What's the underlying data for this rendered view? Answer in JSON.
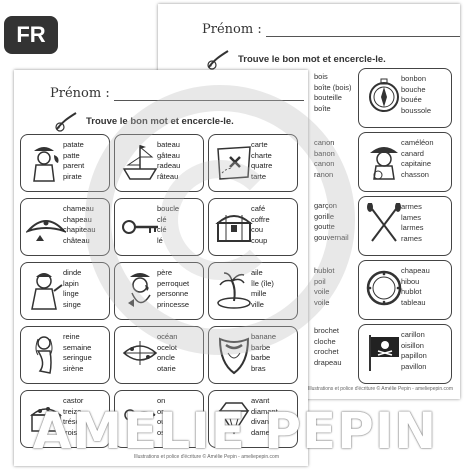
{
  "badge": "FR",
  "brand": "AMELIE PEPIN",
  "back_sheet": {
    "name_label": "Prénom :",
    "instruction": "Trouve le bon mot et encercle-le.",
    "left_column": [
      [
        "bois",
        "boîte (bois)",
        "bouteille",
        "boîte"
      ],
      [
        "canon",
        "banon",
        "canon",
        "ranon"
      ],
      [
        "garçon",
        "gorille",
        "goutte",
        "gouvernail"
      ],
      [
        "hublot",
        "poil",
        "voile",
        "voile"
      ],
      [
        "brochet",
        "cloche",
        "crochet",
        "drapeau"
      ]
    ],
    "cards": [
      {
        "icon": "compass-icon",
        "words": [
          "bonbon",
          "bouche",
          "bouée",
          "boussole"
        ]
      },
      {
        "icon": "pirate-icon",
        "words": [
          "caméléon",
          "canard",
          "capitaine",
          "chasson"
        ]
      },
      {
        "icon": "oars-icon",
        "words": [
          "armes",
          "lames",
          "larmes",
          "rames"
        ]
      },
      {
        "icon": "porthole-icon",
        "words": [
          "chapeau",
          "hibou",
          "hublot",
          "tableau"
        ]
      },
      {
        "icon": "flag-icon",
        "words": [
          "carillon",
          "oisillon",
          "papillon",
          "pavillon"
        ]
      }
    ],
    "footer": "Illustrations et police d'écriture © Amélie Pepin - ameliepepin.com"
  },
  "front_sheet": {
    "name_label": "Prénom :",
    "instruction": "Trouve le bon mot et encercle-le.",
    "rows": [
      [
        {
          "icon": "parrot-icon",
          "words": [
            "patate",
            "patte",
            "parent",
            "pirate"
          ]
        },
        {
          "icon": "ship-icon",
          "words": [
            "bateau",
            "gâteau",
            "radeau",
            "râteau"
          ]
        },
        {
          "icon": "map-icon",
          "words": [
            "carte",
            "charte",
            "quatre",
            "tarte"
          ]
        }
      ],
      [
        {
          "icon": "hat-icon",
          "words": [
            "chameau",
            "chapeau",
            "chapiteau",
            "château"
          ]
        },
        {
          "icon": "key-icon",
          "words": [
            "boucle",
            "clé",
            "clé",
            "lé"
          ]
        },
        {
          "icon": "chest-icon",
          "words": [
            "café",
            "coffre",
            "cou",
            "coup"
          ]
        }
      ],
      [
        {
          "icon": "pirate-girl-icon",
          "words": [
            "dinde",
            "lapin",
            "linge",
            "singe"
          ]
        },
        {
          "icon": "parrot-pirate-icon",
          "words": [
            "père",
            "perroquet",
            "personne",
            "princesse"
          ]
        },
        {
          "icon": "island-icon",
          "words": [
            "aile",
            "île (île)",
            "mille",
            "ville"
          ]
        }
      ],
      [
        {
          "icon": "mermaid-icon",
          "words": [
            "reine",
            "semaine",
            "seringue",
            "sirène"
          ]
        },
        {
          "icon": "globe-icon",
          "words": [
            "océan",
            "ocelot",
            "oncle",
            "otarie"
          ]
        },
        {
          "icon": "beard-icon",
          "words": [
            "banane",
            "barbe",
            "barbe",
            "bras"
          ]
        }
      ],
      [
        {
          "icon": "treasure-icon",
          "words": [
            "castor",
            "treize",
            "trésor",
            "trois"
          ]
        },
        {
          "icon": "rope-icon",
          "words": [
            "on",
            "or",
            "ours",
            "os"
          ]
        },
        {
          "icon": "diamond-icon",
          "words": [
            "avant",
            "diamant",
            "divan",
            "dame"
          ]
        }
      ]
    ],
    "footer": "Illustrations et police d'écriture © Amélie Pepin - ameliepepin.com"
  }
}
